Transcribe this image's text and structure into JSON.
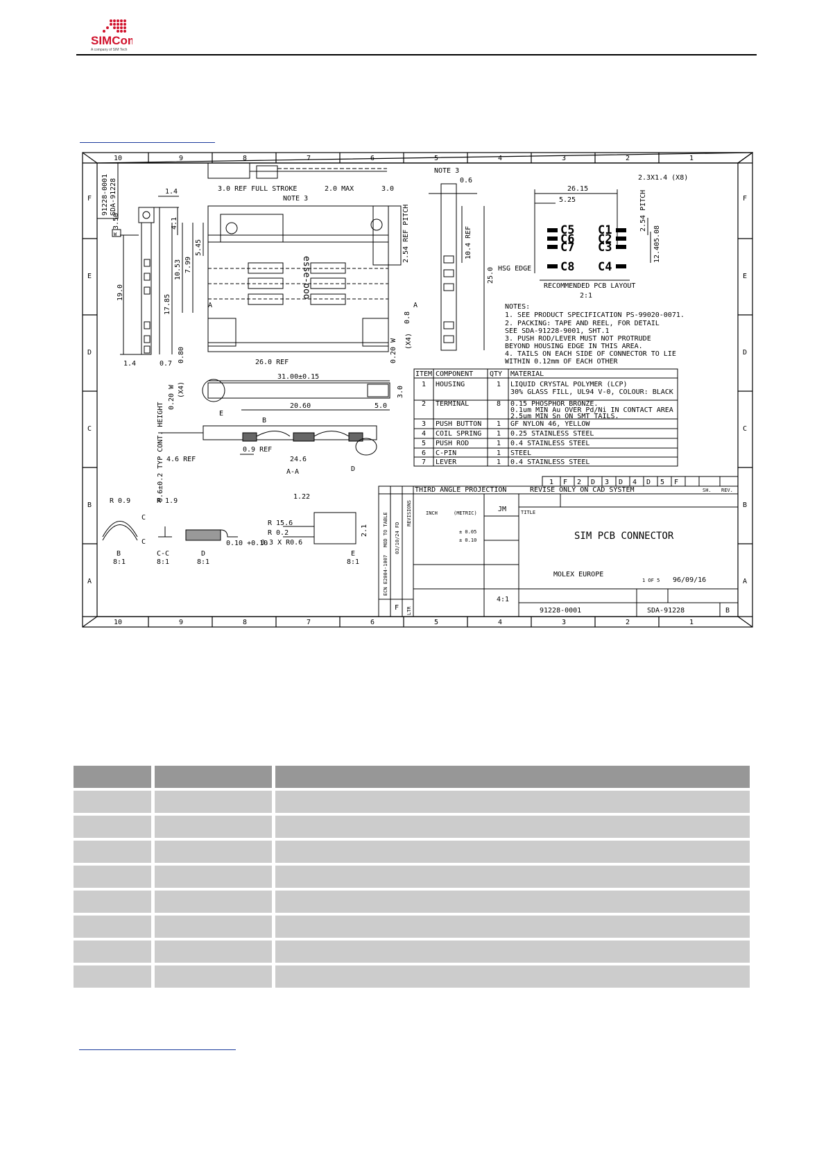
{
  "header": {
    "logo_text": "SIMCom",
    "logo_tagline": "A company of SIM Tech"
  },
  "figure": {
    "zones_top": [
      "10",
      "9",
      "8",
      "7",
      "6",
      "5",
      "4",
      "3",
      "2",
      "1"
    ],
    "zones_side": [
      "F",
      "E",
      "D",
      "C",
      "B",
      "A"
    ],
    "note3_a": "NOTE 3",
    "note3_b": "NOTE 3",
    "dims": {
      "full_stroke": "3.0 REF FULL STROKE",
      "max2": "2.0 MAX",
      "d30": "3.0",
      "d06": "0.6",
      "d14": "1.4",
      "d350": "3.50",
      "d41": "4.1",
      "d545": "5.45",
      "d799": "7.99",
      "d1053": "10.53",
      "d1785": "17.85",
      "d190": "19.0",
      "d14b": "1.4",
      "d07": "0.7",
      "d080": "0.80",
      "d260ref": "26.0 REF",
      "d254pitch": "2.54 REF PITCH",
      "d104ref": "10.4 REF",
      "d250": "25.0",
      "d08": "0.8",
      "d020w": "0.20 W",
      "x4": "(X4)",
      "d3100": "31.00±0.15",
      "d2060": "20.60",
      "d50": "5.0",
      "d30b": "3.0",
      "d020w2": "0.20 W",
      "x4b": "(X4)",
      "d46ref": "4.6 REF",
      "d09ref": "0.9 REF",
      "d246": "24.6",
      "typh": "0.6±0.2 TYP CONT. HEIGHT",
      "sectAA": "A-A",
      "labelA": "A",
      "labelB": "B",
      "labelD": "D",
      "labelE": "E"
    },
    "part_no_block": {
      "line1": "91228-0001",
      "line2": "SDA-91228"
    },
    "pcb_layout": {
      "d2615": "26.15",
      "d525": "5.25",
      "pads": "2.3X1.4 (X8)",
      "pitch": "2.54 PITCH",
      "d508": "5.08",
      "d1240": "12.40",
      "hsg_edge": "HSG EDGE",
      "title": "RECOMMENDED PCB LAYOUT",
      "scale": "2:1",
      "contacts": [
        "C5",
        "C1",
        "C6",
        "C2",
        "C7",
        "C3",
        "C8",
        "C4"
      ]
    },
    "notes": {
      "heading": "NOTES:",
      "lines": [
        "1. SEE PRODUCT SPECIFICATION PS-99020-0071.",
        "2. PACKING: TAPE AND REEL, FOR DETAIL",
        "   SEE SDA-91228-9001, SHT.1",
        "3. PUSH ROD/LEVER MUST NOT PROTRUDE",
        "   BEYOND HOUSING EDGE IN THIS AREA.",
        "4. TAILS ON EACH SIDE OF CONNECTOR TO LIE",
        "   WITHIN 0.12mm OF EACH OTHER"
      ]
    },
    "bom": {
      "headers": [
        "ITEM",
        "COMPONENT",
        "QTY",
        "MATERIAL"
      ],
      "rows": [
        {
          "item": "1",
          "component": "HOUSING",
          "qty": "1",
          "material": "LIQUID CRYSTAL POLYMER (LCP)",
          "material2": "30% GLASS FILL, UL94 V-0, COLOUR: BLACK",
          "material3": ""
        },
        {
          "item": "2",
          "component": "TERMINAL",
          "qty": "8",
          "material": "0.15 PHOSPHOR BRONZE.",
          "material2": "0.1um MIN Au OVER Pd/Ni IN CONTACT AREA",
          "material3": "2.5um MIN Sn ON SMT TAILS."
        },
        {
          "item": "3",
          "component": "PUSH BUTTON",
          "qty": "1",
          "material": "GF NYLON 46, YELLOW",
          "material2": "",
          "material3": ""
        },
        {
          "item": "4",
          "component": "COIL SPRING",
          "qty": "1",
          "material": "0.25 STAINLESS STEEL",
          "material2": "",
          "material3": ""
        },
        {
          "item": "5",
          "component": "PUSH ROD",
          "qty": "1",
          "material": "0.4 STAINLESS STEEL",
          "material2": "",
          "material3": ""
        },
        {
          "item": "6",
          "component": "C-PIN",
          "qty": "1",
          "material": "STEEL",
          "material2": "",
          "material3": ""
        },
        {
          "item": "7",
          "component": "LEVER",
          "qty": "1",
          "material": "0.4 STAINLESS STEEL",
          "material2": "",
          "material3": ""
        }
      ]
    },
    "details": {
      "r09": "R 0.9",
      "r19": "R 1.9",
      "d010": "0.10 +0.10",
      "d122": "1.22",
      "r156": "R 15.6",
      "r02": "R 0.2",
      "r03": "0.3 X R0.6",
      "d21": "2.1",
      "B": "B",
      "B_scale": "8:1",
      "CC": "C-C",
      "CC_scale": "8:1",
      "D": "D",
      "D_scale": "8:1",
      "E": "E",
      "E_scale": "8:1",
      "C": "C"
    },
    "title_block": {
      "projection": "THIRD ANGLE PROJECTION",
      "revise": "REVISE ONLY ON CAD SYSTEM",
      "sh": "SH.",
      "rev": "REV.",
      "sheet_cells": [
        "1",
        "F",
        "2",
        "D",
        "3",
        "D",
        "4",
        "D",
        "5",
        "F"
      ],
      "revisions": "REVISIONS",
      "mod": "MOD TO TABLE",
      "ecn": "ECN E2004-1007",
      "date_rev": "03/10/24 FD",
      "ltr": "LTR",
      "ltr_val": "F",
      "drwn": "JM",
      "title_label": "TITLE",
      "title": "SIM PCB CONNECTOR",
      "company": "MOLEX EUROPE",
      "sheet_no": "1 OF 5",
      "date": "96/09/16",
      "scale": "4:1",
      "part_no": "91228-0001",
      "dwg_no": "SDA-91228",
      "size": "B",
      "tol1": "± 0.05",
      "tol2": "± 0.10",
      "inch": "INCH",
      "metric": "(METRIC)"
    }
  },
  "table": {
    "header_cells": [
      "",
      "",
      ""
    ],
    "rows": 8
  }
}
